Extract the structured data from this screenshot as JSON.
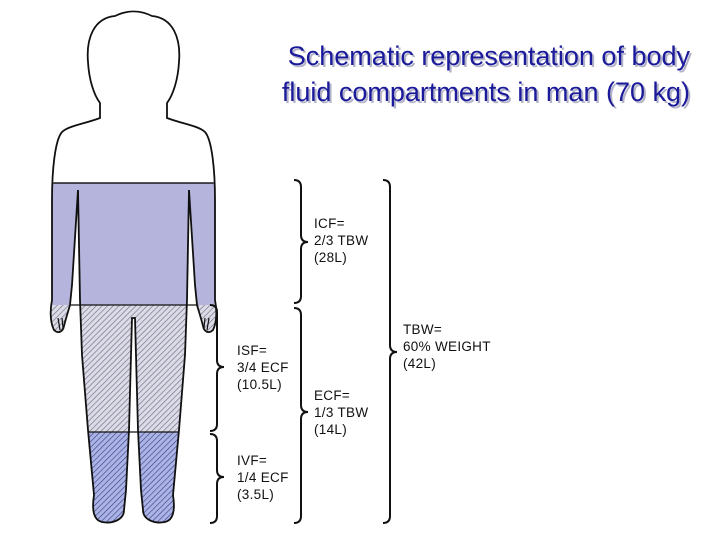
{
  "title": {
    "line1": "Schematic representation of body",
    "line2": "fluid compartments in man (70 kg)"
  },
  "compartments": {
    "icf": {
      "line1": "ICF=",
      "line2": "2/3 TBW",
      "line3": "(28L)"
    },
    "ecf": {
      "line1": "ECF=",
      "line2": "1/3 TBW",
      "line3": "(14L)"
    },
    "isf": {
      "line1": "ISF=",
      "line2": "3/4 ECF",
      "line3": "(10.5L)"
    },
    "ivf": {
      "line1": "IVF=",
      "line2": "1/4 ECF",
      "line3": "(3.5L)"
    },
    "tbw": {
      "line1": "TBW=",
      "line2": "60% WEIGHT",
      "line3": "(42L)"
    }
  },
  "colors": {
    "title": "#1a1a9a",
    "icf_fill": "#b4b4dc",
    "isf_hatch": "#6e6e8c",
    "ivf_fill": "#aab4e6",
    "outline": "#111111"
  },
  "icons": {
    "figure": "human-body-silhouette-icon"
  }
}
